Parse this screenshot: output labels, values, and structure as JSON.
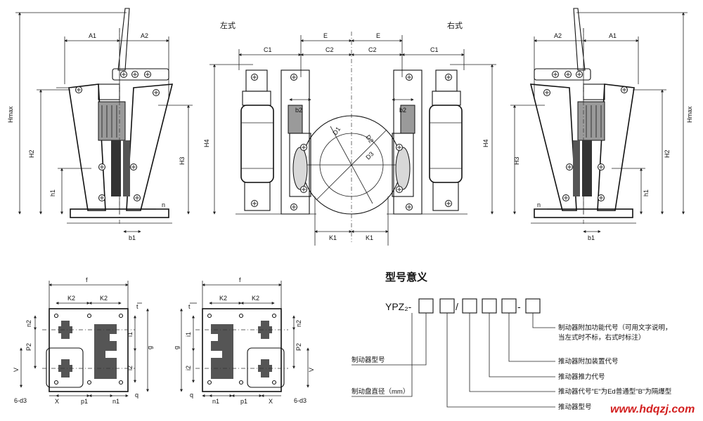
{
  "labels": {
    "left_style": "左式",
    "right_style": "右式",
    "dims": {
      "A1": "A1",
      "A2": "A2",
      "E": "E",
      "C1": "C1",
      "C2": "C2",
      "Hmax": "Hmax",
      "H2": "H2",
      "H3": "H3",
      "H4": "H4",
      "h1": "h1",
      "n": "n",
      "b1": "b1",
      "b2": "b2",
      "K1": "K1",
      "D1": "D1",
      "D2": "D2",
      "D3": "D3",
      "f": "f",
      "K2": "K2",
      "t": "t",
      "n2": "n2",
      "P2": "P2",
      "i1": "i1",
      "i2": "i2",
      "g": "g",
      "V": "V",
      "X": "X",
      "p1": "p1",
      "n1": "n1",
      "q": "q",
      "d3": "6-d3"
    }
  },
  "model_meaning": {
    "title": "型号意义",
    "prefix": "YPZ₂-",
    "items": [
      "制动器附加功能代号（可用文字说明，",
      "当左式时不标，右式时标注）",
      "推动器附加装置代号",
      "推动器推力代号",
      "推动器代号\"E\"为Ed普通型\"B\"为隔爆型",
      "制动器型号",
      "制动盘直径（mm）",
      "推动器型号"
    ]
  },
  "watermark": "www.hdqzj.com"
}
